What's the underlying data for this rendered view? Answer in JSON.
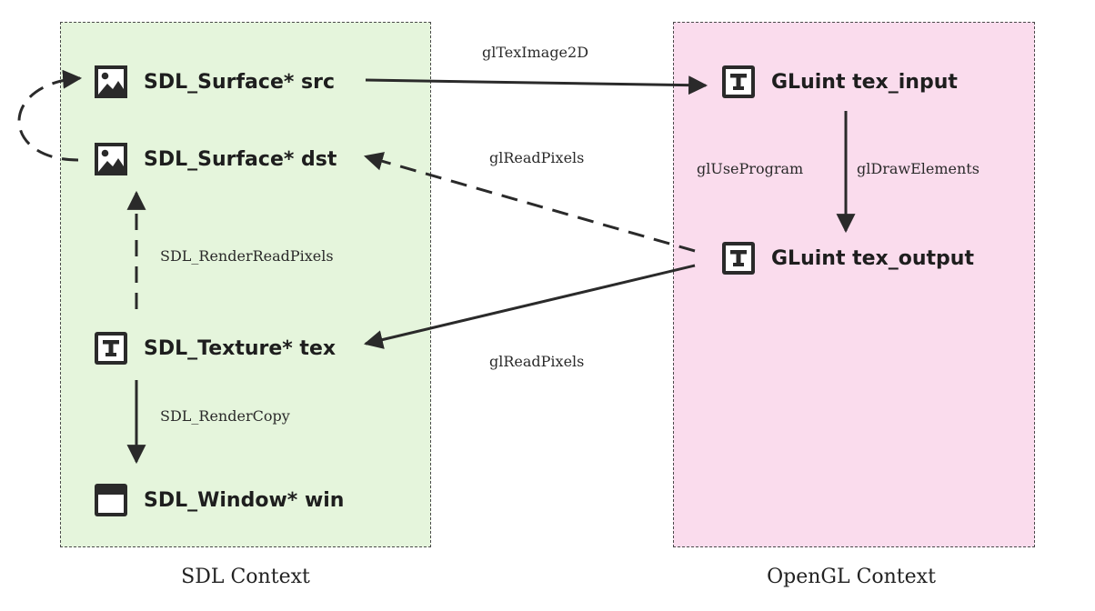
{
  "contexts": {
    "sdl_label": "SDL Context",
    "gl_label": "OpenGL Context"
  },
  "nodes": {
    "sdl_surface_src": {
      "label": "SDL_Surface* src",
      "icon": "image-icon"
    },
    "sdl_surface_dst": {
      "label": "SDL_Surface* dst",
      "icon": "image-icon"
    },
    "sdl_texture_tex": {
      "label": "SDL_Texture* tex",
      "icon": "texture-icon"
    },
    "sdl_window_win": {
      "label": "SDL_Window* win",
      "icon": "window-icon"
    },
    "gl_tex_input": {
      "label": "GLuint tex_input",
      "icon": "texture-icon"
    },
    "gl_tex_output": {
      "label": "GLuint tex_output",
      "icon": "texture-icon"
    }
  },
  "edges": {
    "teximage": "glTexImage2D",
    "readpixels_dst": "glReadPixels",
    "readpixels_tex": "glReadPixels",
    "useprogram": "glUseProgram",
    "drawelements": "glDrawElements",
    "render_read_pixels": "SDL_RenderReadPixels",
    "render_copy": "SDL_RenderCopy"
  },
  "colors": {
    "sdl_bg": "#e5f5dc",
    "gl_bg": "#fadced",
    "stroke": "#2a2a2a"
  }
}
